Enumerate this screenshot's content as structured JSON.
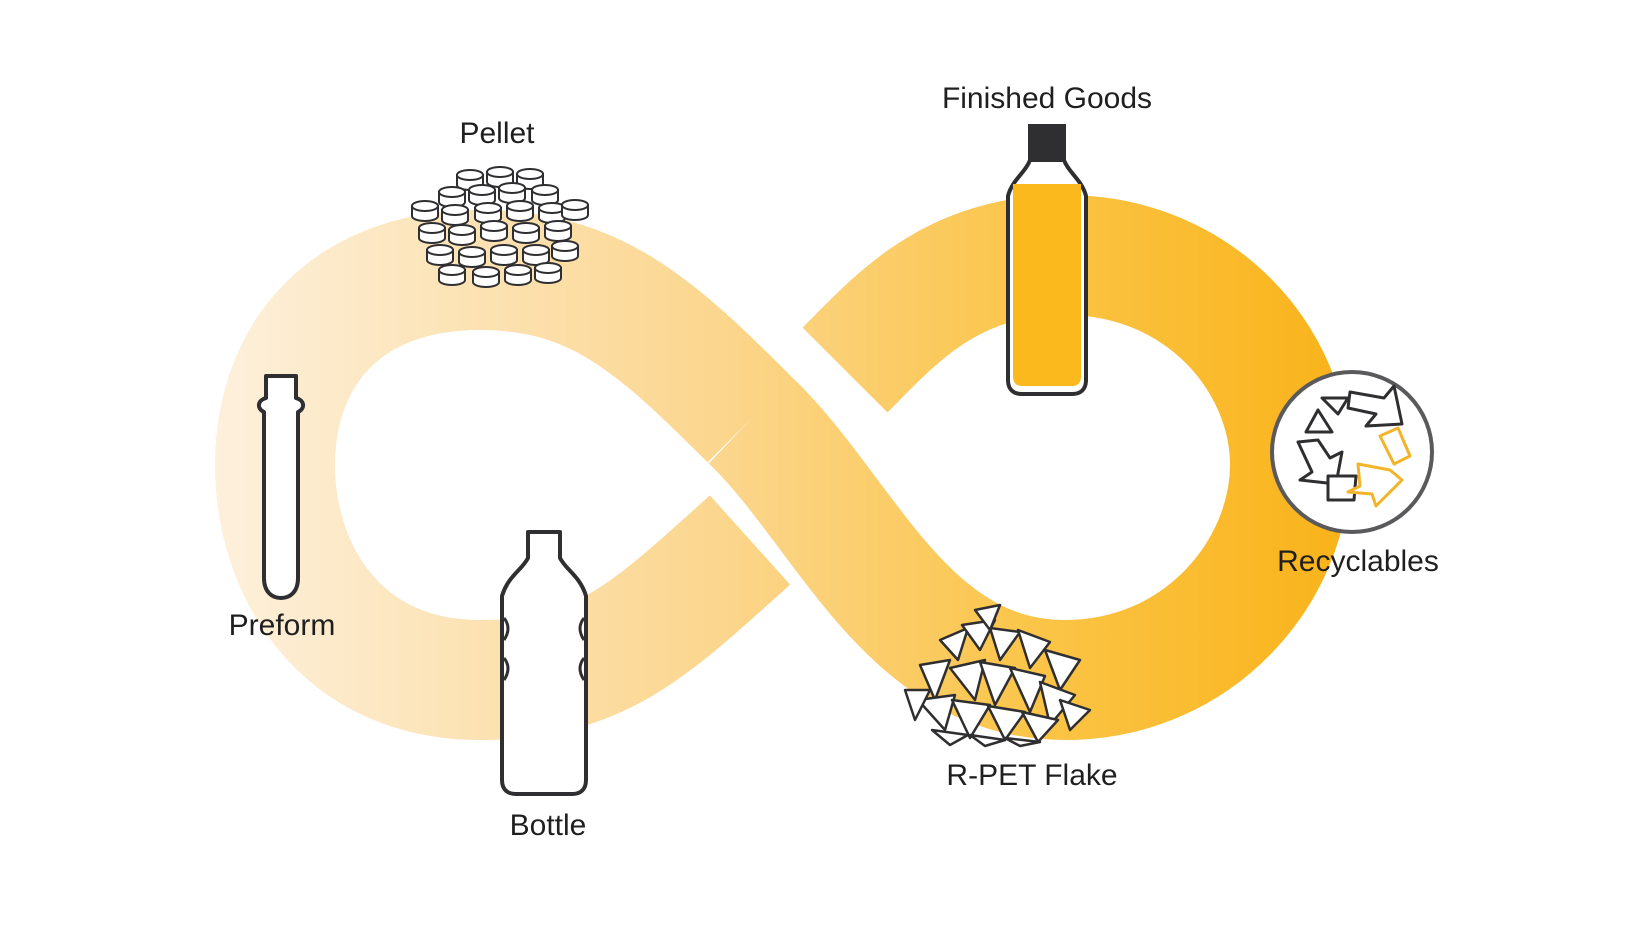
{
  "diagram": {
    "labels": {
      "pellet": "Pellet",
      "finished_goods": "Finished Goods",
      "preform": "Preform",
      "recyclables": "Recyclables",
      "bottle": "Bottle",
      "rpet_flake": "R-PET Flake"
    },
    "colors": {
      "loop_light": "#fdf0dc",
      "loop_mid": "#fbd487",
      "loop_dark": "#f9b41c",
      "liquid": "#fbb91d",
      "cap": "#2f2f32",
      "outline": "#2f2f32",
      "recycle_accent": "#f2b52a"
    }
  }
}
